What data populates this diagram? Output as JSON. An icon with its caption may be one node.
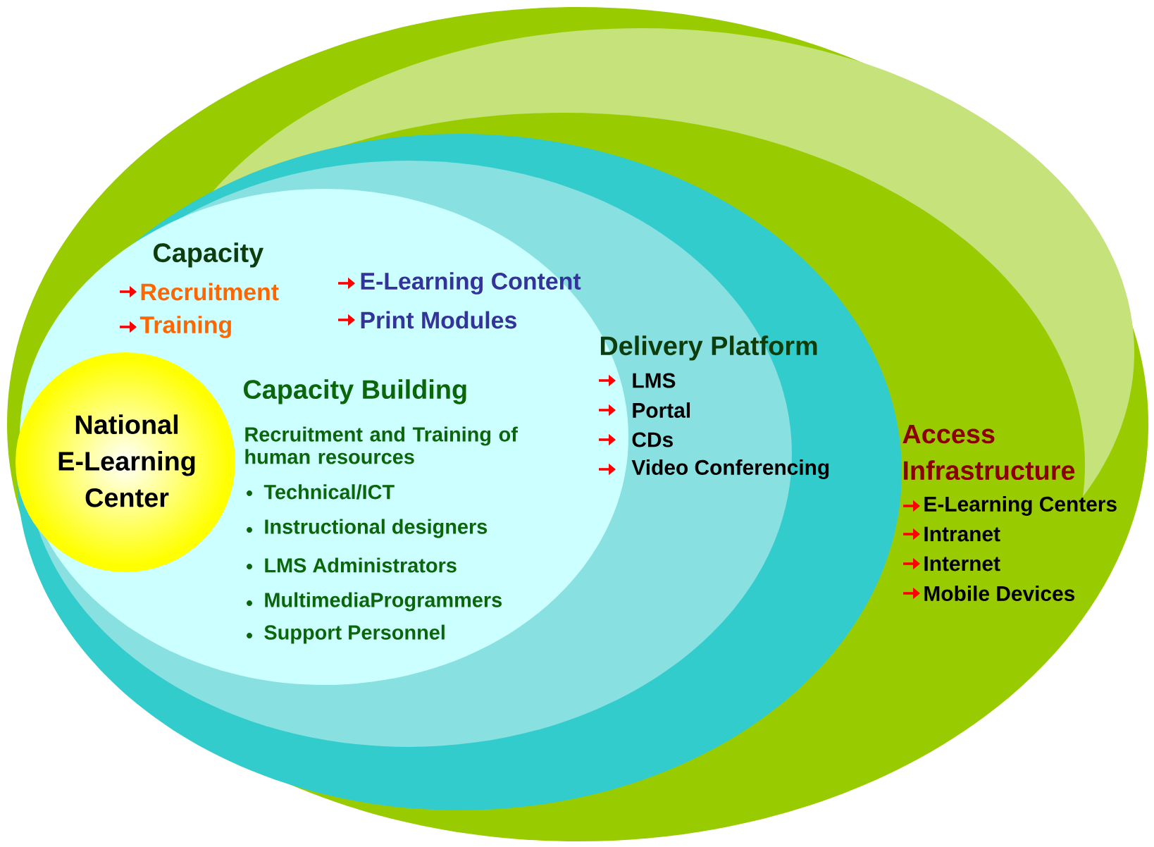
{
  "diagram": {
    "nodes": [
      {
        "text": [
          "Access Infrastructure",
          "E-Learning Centers",
          "Intranet",
          "Internet",
          "Mobile Devices"
        ]
      },
      {
        "text": [
          "Delivery Platform",
          "LMS",
          "Portal",
          "CDs",
          "Video Conferencing"
        ],
        "in": 0
      },
      {
        "text": [
          "Capacity",
          "Recruitment",
          "Training",
          "E-Learning  Content",
          "Print Modules",
          "Capacity Building",
          "Recruitment and Training of human resources",
          "Technical/ICT",
          "Instructional designers",
          "LMS Administrators",
          "MultimediaProgrammers",
          "Support Personnel"
        ],
        "in": 1
      },
      {
        "text": [
          "National E-Learning Center"
        ],
        "in": 2
      }
    ]
  }
}
